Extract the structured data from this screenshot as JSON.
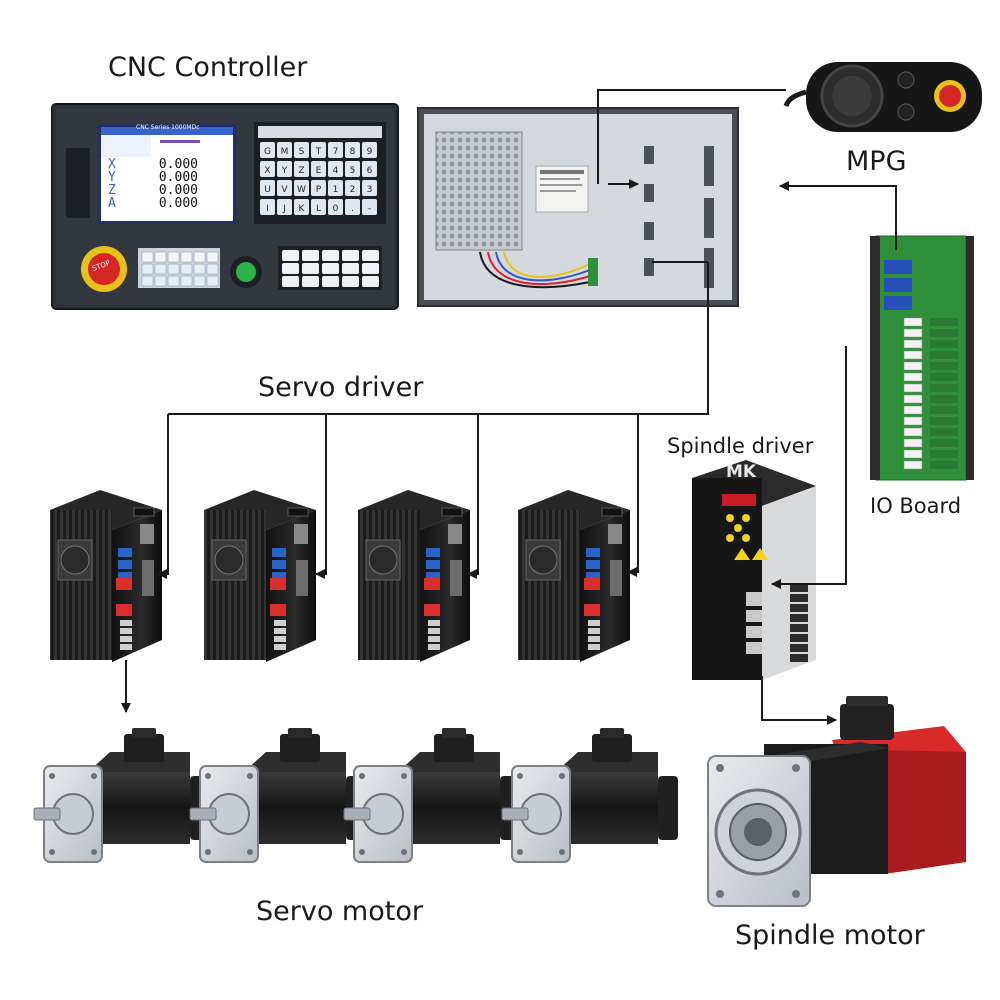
{
  "labels": {
    "cnc_controller": "CNC Controller",
    "mpg": "MPG",
    "servo_driver": "Servo driver",
    "spindle_driver": "Spindle driver",
    "io_board": "IO Board",
    "servo_motor": "Servo motor",
    "spindle_motor": "Spindle motor"
  },
  "controller_screen": {
    "series_text": "CNC Series 1000MDc",
    "axes": [
      "X",
      "Y",
      "Z",
      "A"
    ],
    "values": [
      "0.000",
      "0.000",
      "0.000",
      "0.000"
    ]
  },
  "keypad": {
    "keys": [
      "G",
      "M",
      "S",
      "T",
      "7",
      "8",
      "9",
      "X",
      "Y",
      "Z",
      "E",
      "4",
      "5",
      "6",
      "U",
      "V",
      "W",
      "P",
      "1",
      "2",
      "3",
      "I",
      "J",
      "K",
      "L",
      "0",
      ".",
      "-"
    ]
  },
  "estop_text": "STOP",
  "spindle_driver_brand": "MK",
  "colors": {
    "line": "#1a1a1a",
    "panel": "#2b2f36",
    "screen": "#3a63c8",
    "keypad": "#dfe8f2",
    "estop": "#d62525",
    "pcb": "#2f8f3a",
    "motor_red": "#d8292b"
  }
}
